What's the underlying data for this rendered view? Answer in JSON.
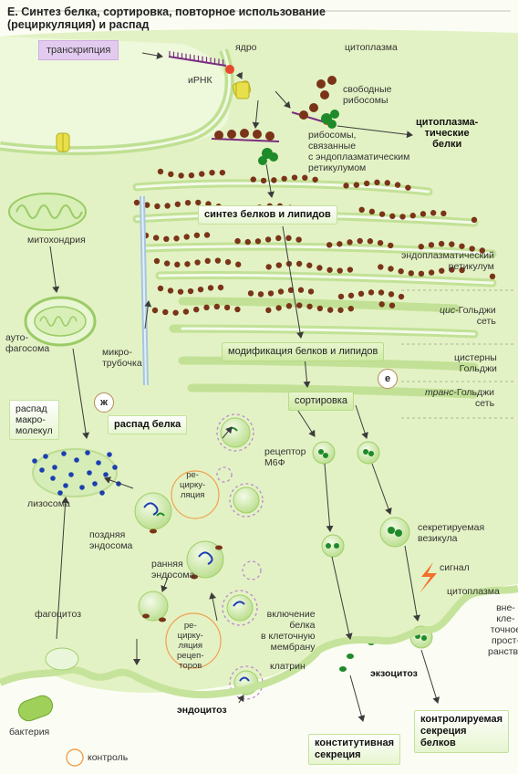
{
  "title": "Е. Синтез белка, сортировка, повторное использование\n(рециркуляция) и распад",
  "labels": {
    "transcription": "транскрипция",
    "nucleus": "ядро",
    "cytoplasm_top": "цитоплазма",
    "mrna": "иРНК",
    "free_ribosomes": "свободные\nрибосомы",
    "cytoplasmic_proteins": "цитоплазма-\nтические\nбелки",
    "er_ribosomes": "рибосомы,\nсвязанные\nс эндоплазматическим\nретикулумом",
    "synthesis": "синтез белков и липидов",
    "mitochondria": "митохондрия",
    "er": "эндоплазматический\nретикулум",
    "cis_golgi_a": "цис",
    "cis_golgi_b": "-Гольджи\nсеть",
    "autophagosome": "ауто-\nфагосома",
    "microtubule": "микро-\nтрубочка",
    "modification": "модификация белков и липидов",
    "golgi_cisterns": "цистерны\nГольджи",
    "marker_e": "е",
    "marker_zh": "ж",
    "sorting": "сортировка",
    "trans_golgi_a": "транс",
    "trans_golgi_b": "-Гольджи\nсеть",
    "macromolecule_breakdown": "распад\nмакро-\nмолекул",
    "protein_breakdown": "распад белка",
    "m6p_receptor": "рецептор\nМ6Ф",
    "recycling": "ре-\nцирку-\nляция",
    "lysosome": "лизосома",
    "late_endosome": "поздняя\nэндосома",
    "early_endosome": "ранняя\nэндосома",
    "secretory_vesicle": "секретируемая\nвезикула",
    "signal": "сигнал",
    "phagocytosis": "фагоцитоз",
    "receptor_recycling": "ре-\nцирку-\nляция\nрецеп-\nторов",
    "membrane_incorporation": "включение\nбелка\nв клеточную\nмембрану",
    "cytoplasm_bottom": "цитоплазма",
    "extracellular": "вне-\nкле-\nточное\nпрост-\nранство",
    "clathrin": "клатрин",
    "exocytosis": "экзоцитоз",
    "endocytosis": "эндоцитоз",
    "bacterium": "бактерия",
    "constitutive_secretion": "конститутивная\nсекреция",
    "regulated_secretion": "контролируемая\nсекреция\nбелков",
    "control": "контроль"
  },
  "colors": {
    "cell": "#e4f3c6",
    "membrane": "#c6e39c",
    "ribosome": "#7a3418",
    "protein": "#1e8a2a",
    "vesicle": "#d9f0bd",
    "lysosome_dot": "#1b3fb0",
    "control_ring": "#f0a050",
    "mrna": "#7b2d82"
  }
}
